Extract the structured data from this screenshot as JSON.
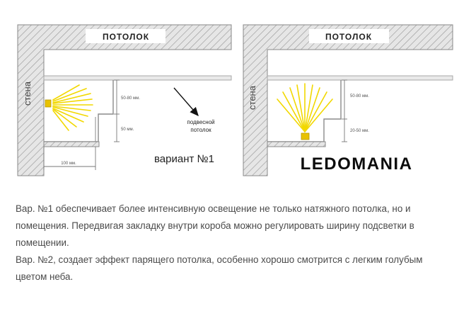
{
  "diagram": {
    "left": {
      "ceiling_label": "ПОТОЛОК",
      "wall_label": "стена",
      "dim_top": "50-80 мм.",
      "dim_mid": "50 мм.",
      "dim_bottom": "100 мм.",
      "annotation_line1": "подвесной",
      "annotation_line2": "потолок",
      "variant_label": "вариант №1"
    },
    "right": {
      "ceiling_label": "ПОТОЛОК",
      "wall_label": "стена",
      "dim_top": "50-80 мм.",
      "dim_mid": "20-50 мм.",
      "logo_text": "LEDOMANIA"
    },
    "colors": {
      "hatch_fill": "#e6e6e6",
      "hatch_line": "#9a9a9a",
      "light": "#f2d800",
      "led": "#e8c200"
    }
  },
  "description": {
    "line1": "Вар. №1 обеспечивает более интенсивную освещение не только натяжного потолка, но и",
    "line2": "помещения. Передвигая закладку внутри короба можно регулировать ширину подсветки в",
    "line3": "помещении.",
    "line4": "Вар. №2, создает эффект парящего потолка, особенно хорошо смотрится с легким голубым",
    "line5": "цветом неба."
  }
}
